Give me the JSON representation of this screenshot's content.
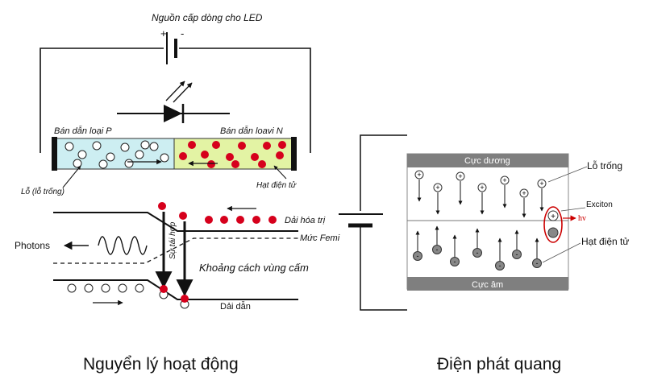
{
  "left": {
    "power_label": "Nguồn cấp dòng cho LED",
    "p_label": "Bán dẫn loại P",
    "n_label": "Bán dẫn loavi N",
    "hole_label": "Lỗ (lỗ trống)",
    "electron_label": "Hạt điện tử",
    "photons_label": "Photons",
    "recombination_label": "Sự tái hợp",
    "band_gap_label": "Khoảng cách vùng cấm",
    "valence_label": "Dải hóa trị",
    "fermi_label": "Mức Femi",
    "conduction_label": "Dải dẫn",
    "caption": "Nguyển lý hoạt động",
    "plus_sign": "+",
    "minus_sign": "-"
  },
  "right": {
    "positive_label": "Cực dương",
    "negative_label": "Cực âm",
    "hole_label": "Lỗ trống",
    "exciton_label": "Exciton",
    "hv_label": "hv",
    "electron_label": "Hạt điện tử",
    "caption": "Điện phát quang"
  },
  "colors": {
    "p_region": "#cdeef2",
    "n_region": "#e3f3a4",
    "electron": "#d6001c",
    "bar": "#7f7f7f",
    "hv": "#cc0000"
  },
  "icons": [
    "led-diode-icon",
    "light-emission-arrows-icon",
    "battery-icon",
    "photon-wave-icon"
  ]
}
